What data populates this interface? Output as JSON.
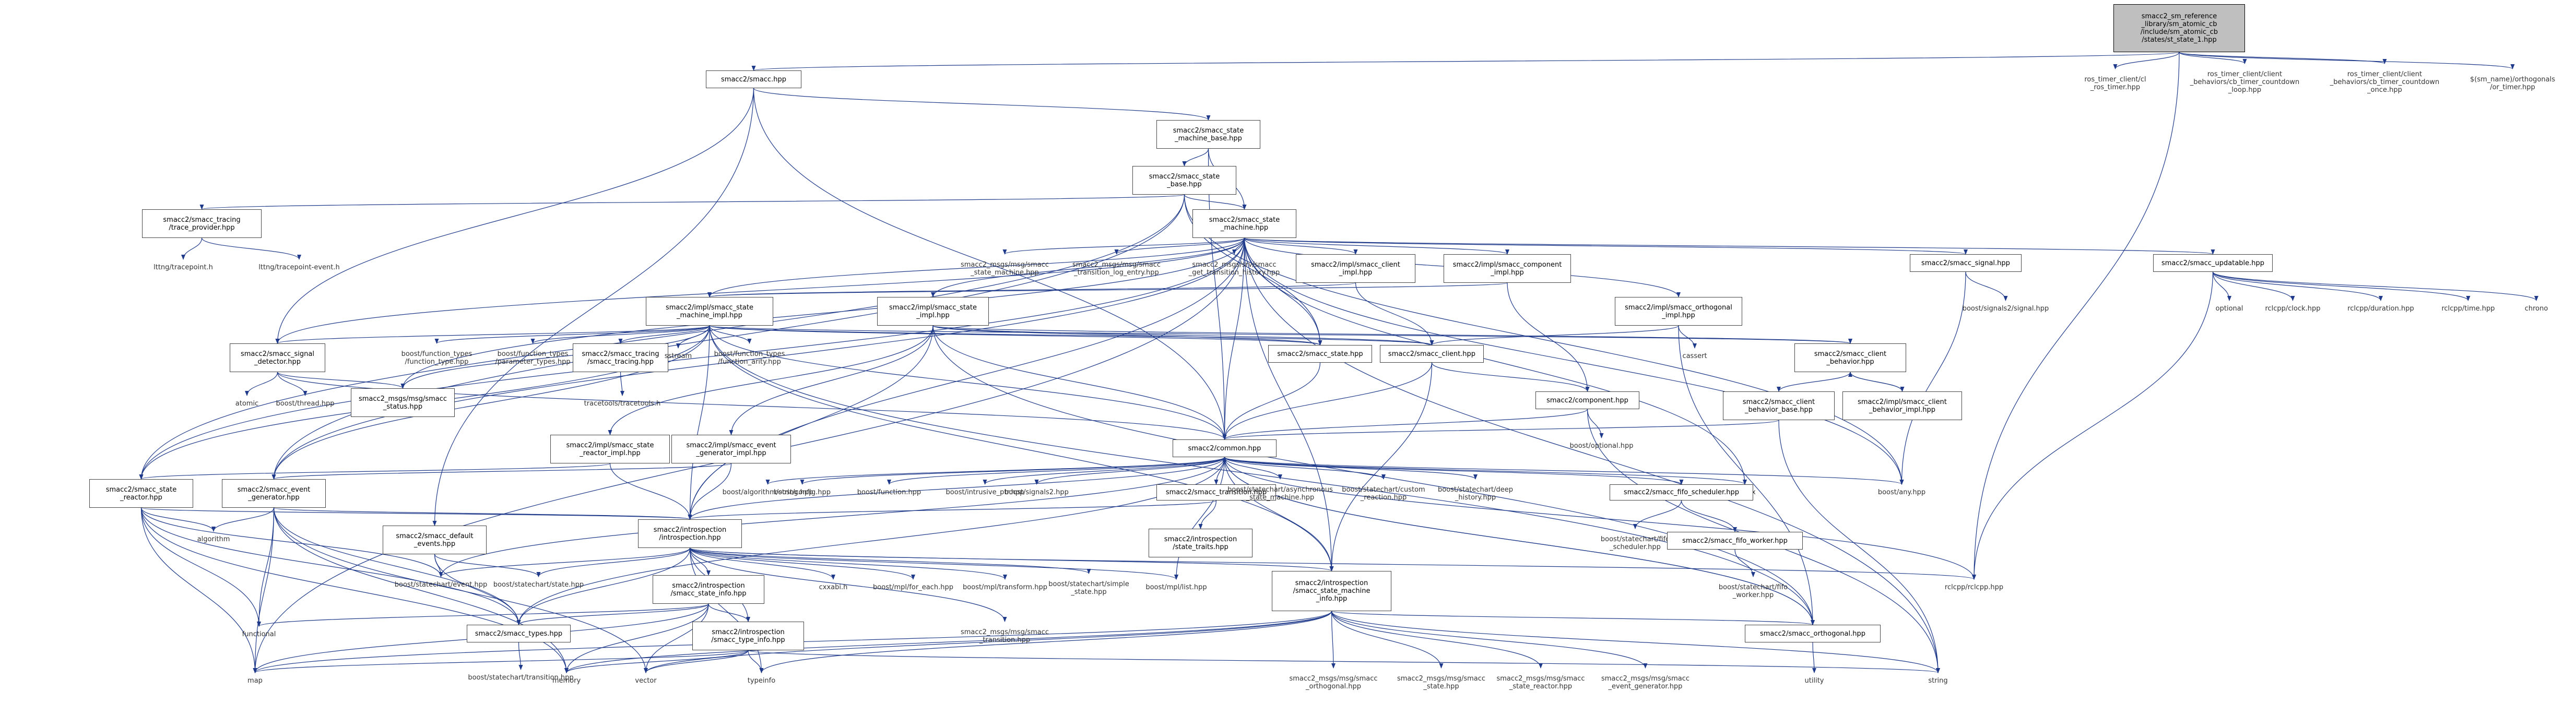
{
  "nodes": [
    {
      "id": "root",
      "label": "smacc2_sm_reference\n_library/sm_atomic_cb\n/include/sm_atomic_cb\n/states/st_state_1.hpp",
      "root": true
    },
    {
      "id": "smacc_hpp",
      "label": "smacc2/smacc.hpp"
    },
    {
      "id": "cl_ros_timer",
      "label": "ros_timer_client/cl\n_ros_timer.hpp",
      "plain": true
    },
    {
      "id": "cb_timer_loop",
      "label": "ros_timer_client/client\n_behaviors/cb_timer_countdown\n_loop.hpp",
      "plain": true
    },
    {
      "id": "cb_timer_once",
      "label": "ros_timer_client/client\n_behaviors/cb_timer_countdown\n_once.hpp",
      "plain": true
    },
    {
      "id": "or_timer",
      "label": "$(sm_name)/orthogonals\n/or_timer.hpp",
      "plain": true
    },
    {
      "id": "sm_base",
      "label": "smacc2/smacc_state\n_machine_base.hpp"
    },
    {
      "id": "state_base",
      "label": "smacc2/smacc_state\n_base.hpp"
    },
    {
      "id": "trace_provider",
      "label": "smacc2/smacc_tracing\n/trace_provider.hpp"
    },
    {
      "id": "sm_hpp",
      "label": "smacc2/smacc_state\n_machine.hpp"
    },
    {
      "id": "lttng_tp",
      "label": "lttng/tracepoint.h",
      "plain": true
    },
    {
      "id": "lttng_tpe",
      "label": "lttng/tracepoint-event.h",
      "plain": true
    },
    {
      "id": "msg_state_machine",
      "label": "smacc2_msgs/msg/smacc\n_state_machine.hpp",
      "plain": true
    },
    {
      "id": "msg_transition_log",
      "label": "smacc2_msgs/msg/smacc\n_transition_log_entry.hpp",
      "plain": true
    },
    {
      "id": "srv_get_history",
      "label": "smacc2_msgs/srv/smacc\n_get_transition_history.hpp",
      "plain": true
    },
    {
      "id": "client_impl",
      "label": "smacc2/impl/smacc_client\n_impl.hpp"
    },
    {
      "id": "component_impl",
      "label": "smacc2/impl/smacc_component\n_impl.hpp"
    },
    {
      "id": "signal_hpp",
      "label": "smacc2/smacc_signal.hpp"
    },
    {
      "id": "updatable_hpp",
      "label": "smacc2/smacc_updatable.hpp"
    },
    {
      "id": "boost_signals2_signal",
      "label": "boost/signals2/signal.hpp",
      "plain": true
    },
    {
      "id": "optional",
      "label": "optional",
      "plain": true
    },
    {
      "id": "rclcpp_clock",
      "label": "rclcpp/clock.hpp",
      "plain": true
    },
    {
      "id": "rclcpp_duration",
      "label": "rclcpp/duration.hpp",
      "plain": true
    },
    {
      "id": "rclcpp_time",
      "label": "rclcpp/time.hpp",
      "plain": true
    },
    {
      "id": "chrono",
      "label": "chrono",
      "plain": true
    },
    {
      "id": "orth_impl",
      "label": "smacc2/impl/smacc_orthogonal\n_impl.hpp"
    },
    {
      "id": "sm_impl",
      "label": "smacc2/impl/smacc_state\n_machine_impl.hpp"
    },
    {
      "id": "state_impl",
      "label": "smacc2/impl/smacc_state\n_impl.hpp"
    },
    {
      "id": "cassert",
      "label": "cassert",
      "plain": true
    },
    {
      "id": "signal_detector",
      "label": "smacc2/smacc_signal\n_detector.hpp"
    },
    {
      "id": "ft_function_type",
      "label": "boost/function_types\n/function_type.hpp",
      "plain": true
    },
    {
      "id": "ft_parameter_types",
      "label": "boost/function_types\n/parameter_types.hpp",
      "plain": true
    },
    {
      "id": "smacc_tracing",
      "label": "smacc2/smacc_tracing\n/smacc_tracing.hpp"
    },
    {
      "id": "sstream",
      "label": "sstream",
      "plain": true
    },
    {
      "id": "ft_function_arity",
      "label": "boost/function_types\n/function_arity.hpp",
      "plain": true
    },
    {
      "id": "smacc_state_hpp",
      "label": "smacc2/smacc_state.hpp"
    },
    {
      "id": "smacc_client_hpp",
      "label": "smacc2/smacc_client.hpp"
    },
    {
      "id": "client_behavior",
      "label": "smacc2/smacc_client\n_behavior.hpp"
    },
    {
      "id": "atomic",
      "label": "atomic",
      "plain": true
    },
    {
      "id": "boost_thread",
      "label": "boost/thread.hpp",
      "plain": true
    },
    {
      "id": "msg_status",
      "label": "smacc2_msgs/msg/smacc\n_status.hpp"
    },
    {
      "id": "tracetools",
      "label": "tracetools/tracetools.h",
      "plain": true
    },
    {
      "id": "component_hpp",
      "label": "smacc2/component.hpp"
    },
    {
      "id": "client_behavior_base",
      "label": "smacc2/smacc_client\n_behavior_base.hpp"
    },
    {
      "id": "client_behavior_impl",
      "label": "smacc2/impl/smacc_client\n_behavior_impl.hpp"
    },
    {
      "id": "boost_optional",
      "label": "boost/optional.hpp",
      "plain": true
    },
    {
      "id": "state_reactor_impl",
      "label": "smacc2/impl/smacc_state\n_reactor_impl.hpp"
    },
    {
      "id": "event_gen_impl",
      "label": "smacc2/impl/smacc_event\n_generator_impl.hpp"
    },
    {
      "id": "common_hpp",
      "label": "smacc2/common.hpp"
    },
    {
      "id": "state_reactor",
      "label": "smacc2/smacc_state\n_reactor.hpp"
    },
    {
      "id": "event_generator",
      "label": "smacc2/smacc_event\n_generator.hpp"
    },
    {
      "id": "algo_string",
      "label": "boost/algorithm/string.hpp",
      "plain": true
    },
    {
      "id": "boost_config",
      "label": "boost/config.hpp",
      "plain": true
    },
    {
      "id": "boost_function",
      "label": "boost/function.hpp",
      "plain": true
    },
    {
      "id": "intrusive_ptr",
      "label": "boost/intrusive_ptr.hpp",
      "plain": true
    },
    {
      "id": "boost_signals2",
      "label": "boost/signals2.hpp",
      "plain": true
    },
    {
      "id": "transition_hpp",
      "label": "smacc2/smacc_transition.hpp"
    },
    {
      "id": "async_sm",
      "label": "boost/statechart/asynchronous\n_state_machine.hpp",
      "plain": true
    },
    {
      "id": "custom_reaction",
      "label": "boost/statechart/custom\n_reaction.hpp",
      "plain": true
    },
    {
      "id": "deep_history",
      "label": "boost/statechart/deep\n_history.hpp",
      "plain": true
    },
    {
      "id": "mutex",
      "label": "mutex",
      "plain": true
    },
    {
      "id": "fifo_scheduler",
      "label": "smacc2/smacc_fifo_scheduler.hpp"
    },
    {
      "id": "boost_any",
      "label": "boost/any.hpp",
      "plain": true
    },
    {
      "id": "default_events",
      "label": "smacc2/smacc_default\n_events.hpp"
    },
    {
      "id": "algorithm",
      "label": "algorithm",
      "plain": true
    },
    {
      "id": "introspection",
      "label": "smacc2/introspection\n/introspection.hpp"
    },
    {
      "id": "state_traits",
      "label": "smacc2/introspection\n/state_traits.hpp"
    },
    {
      "id": "sc_fifo_scheduler",
      "label": "boost/statechart/fifo\n_scheduler.hpp",
      "plain": true
    },
    {
      "id": "fifo_worker",
      "label": "smacc2/smacc_fifo_worker.hpp"
    },
    {
      "id": "sc_fifo_worker",
      "label": "boost/statechart/fifo\n_worker.hpp",
      "plain": true
    },
    {
      "id": "sc_event",
      "label": "boost/statechart/event.hpp",
      "plain": true
    },
    {
      "id": "sc_state",
      "label": "boost/statechart/state.hpp",
      "plain": true
    },
    {
      "id": "smacc_state_info",
      "label": "smacc2/introspection\n/smacc_state_info.hpp"
    },
    {
      "id": "cxxabi",
      "label": "cxxabi.h",
      "plain": true
    },
    {
      "id": "mpl_for_each",
      "label": "boost/mpl/for_each.hpp",
      "plain": true
    },
    {
      "id": "mpl_transform",
      "label": "boost/mpl/transform.hpp",
      "plain": true
    },
    {
      "id": "sc_simple_state",
      "label": "boost/statechart/simple\n_state.hpp",
      "plain": true
    },
    {
      "id": "mpl_list",
      "label": "boost/mpl/list.hpp",
      "plain": true
    },
    {
      "id": "sm_info",
      "label": "smacc2/introspection\n/smacc_state_machine\n_info.hpp"
    },
    {
      "id": "rclcpp",
      "label": "rclcpp/rclcpp.hpp",
      "plain": true
    },
    {
      "id": "functional",
      "label": "functional",
      "plain": true
    },
    {
      "id": "smacc_types",
      "label": "smacc2/smacc_types.hpp"
    },
    {
      "id": "type_info",
      "label": "smacc2/introspection\n/smacc_type_info.hpp"
    },
    {
      "id": "msg_transition",
      "label": "smacc2_msgs/msg/smacc\n_transition.hpp",
      "plain": true
    },
    {
      "id": "msg_orthogonal",
      "label": "smacc2_msgs/msg/smacc\n_orthogonal.hpp",
      "plain": true
    },
    {
      "id": "msg_state",
      "label": "smacc2_msgs/msg/smacc\n_state.hpp",
      "plain": true
    },
    {
      "id": "msg_state_reactor",
      "label": "smacc2_msgs/msg/smacc\n_state_reactor.hpp",
      "plain": true
    },
    {
      "id": "msg_event_generator",
      "label": "smacc2_msgs/msg/smacc\n_event_generator.hpp",
      "plain": true
    },
    {
      "id": "orthogonal_hpp",
      "label": "smacc2/smacc_orthogonal.hpp"
    },
    {
      "id": "sc_transition",
      "label": "boost/statechart/transition.hpp",
      "plain": true
    },
    {
      "id": "map",
      "label": "map",
      "plain": true
    },
    {
      "id": "memory",
      "label": "memory",
      "plain": true
    },
    {
      "id": "vector",
      "label": "vector",
      "plain": true
    },
    {
      "id": "typeinfo",
      "label": "typeinfo",
      "plain": true
    },
    {
      "id": "string",
      "label": "string",
      "plain": true
    },
    {
      "id": "utility",
      "label": "utility",
      "plain": true
    }
  ],
  "edges": [
    [
      "root",
      "smacc_hpp"
    ],
    [
      "root",
      "cl_ros_timer"
    ],
    [
      "root",
      "cb_timer_loop"
    ],
    [
      "root",
      "cb_timer_once"
    ],
    [
      "root",
      "or_timer"
    ],
    [
      "root",
      "rclcpp"
    ],
    [
      "smacc_hpp",
      "sm_base"
    ],
    [
      "smacc_hpp",
      "common_hpp"
    ],
    [
      "smacc_hpp",
      "signal_detector"
    ],
    [
      "smacc_hpp",
      "default_events"
    ],
    [
      "sm_base",
      "state_base"
    ],
    [
      "sm_base",
      "sm_hpp"
    ],
    [
      "sm_base",
      "common_hpp"
    ],
    [
      "state_base",
      "sm_hpp"
    ],
    [
      "state_base",
      "trace_provider"
    ],
    [
      "state_base",
      "state_reactor"
    ],
    [
      "state_base",
      "event_generator"
    ],
    [
      "state_base",
      "smacc_state_hpp"
    ],
    [
      "state_base",
      "boost_any"
    ],
    [
      "trace_provider",
      "lttng_tp"
    ],
    [
      "trace_provider",
      "lttng_tpe"
    ],
    [
      "sm_hpp",
      "msg_state_machine"
    ],
    [
      "sm_hpp",
      "msg_transition_log"
    ],
    [
      "sm_hpp",
      "srv_get_history"
    ],
    [
      "sm_hpp",
      "client_impl"
    ],
    [
      "sm_hpp",
      "component_impl"
    ],
    [
      "sm_hpp",
      "signal_hpp"
    ],
    [
      "sm_hpp",
      "updatable_hpp"
    ],
    [
      "sm_hpp",
      "orth_impl"
    ],
    [
      "sm_hpp",
      "sm_impl"
    ],
    [
      "sm_hpp",
      "state_impl"
    ],
    [
      "sm_hpp",
      "smacc_state_hpp"
    ],
    [
      "sm_hpp",
      "common_hpp"
    ],
    [
      "sm_hpp",
      "msg_status"
    ],
    [
      "sm_hpp",
      "signal_detector"
    ],
    [
      "sm_hpp",
      "mutex"
    ],
    [
      "sm_hpp",
      "map"
    ],
    [
      "sm_hpp",
      "boost_any"
    ],
    [
      "sm_hpp",
      "state_reactor"
    ],
    [
      "sm_hpp",
      "sm_info"
    ],
    [
      "sm_hpp",
      "string"
    ],
    [
      "sm_hpp",
      "event_generator"
    ],
    [
      "sm_hpp",
      "introspection"
    ],
    [
      "client_impl",
      "sm_impl"
    ],
    [
      "client_impl",
      "smacc_client_hpp"
    ],
    [
      "component_impl",
      "component_hpp"
    ],
    [
      "component_impl",
      "sm_impl"
    ],
    [
      "signal_hpp",
      "boost_signals2_signal"
    ],
    [
      "signal_hpp",
      "boost_any"
    ],
    [
      "updatable_hpp",
      "optional"
    ],
    [
      "updatable_hpp",
      "rclcpp_clock"
    ],
    [
      "updatable_hpp",
      "rclcpp_duration"
    ],
    [
      "updatable_hpp",
      "rclcpp_time"
    ],
    [
      "updatable_hpp",
      "chrono"
    ],
    [
      "updatable_hpp",
      "rclcpp"
    ],
    [
      "orth_impl",
      "smacc_client_hpp"
    ],
    [
      "orth_impl",
      "cassert"
    ],
    [
      "orth_impl",
      "orthogonal_hpp"
    ],
    [
      "sm_impl",
      "signal_detector"
    ],
    [
      "sm_impl",
      "ft_function_type"
    ],
    [
      "sm_impl",
      "ft_parameter_types"
    ],
    [
      "sm_impl",
      "smacc_tracing"
    ],
    [
      "sm_impl",
      "sstream"
    ],
    [
      "sm_impl",
      "ft_function_arity"
    ],
    [
      "sm_impl",
      "smacc_state_hpp"
    ],
    [
      "sm_impl",
      "smacc_client_hpp"
    ],
    [
      "sm_impl",
      "client_behavior"
    ],
    [
      "sm_impl",
      "msg_status"
    ],
    [
      "sm_impl",
      "state_reactor"
    ],
    [
      "sm_impl",
      "event_generator"
    ],
    [
      "sm_impl",
      "introspection"
    ],
    [
      "sm_impl",
      "orthogonal_hpp"
    ],
    [
      "sm_impl",
      "sm_info"
    ],
    [
      "sm_impl",
      "common_hpp"
    ],
    [
      "state_impl",
      "smacc_state_hpp"
    ],
    [
      "state_impl",
      "smacc_client_hpp"
    ],
    [
      "state_impl",
      "client_behavior"
    ],
    [
      "state_impl",
      "state_reactor_impl"
    ],
    [
      "state_impl",
      "event_gen_impl"
    ],
    [
      "state_impl",
      "introspection"
    ],
    [
      "state_impl",
      "orthogonal_hpp"
    ],
    [
      "state_impl",
      "common_hpp"
    ],
    [
      "signal_detector",
      "atomic"
    ],
    [
      "signal_detector",
      "boost_thread"
    ],
    [
      "signal_detector",
      "msg_status"
    ],
    [
      "signal_detector",
      "common_hpp"
    ],
    [
      "smacc_tracing",
      "tracetools"
    ],
    [
      "smacc_state_hpp",
      "common_hpp"
    ],
    [
      "smacc_client_hpp",
      "component_hpp"
    ],
    [
      "smacc_client_hpp",
      "common_hpp"
    ],
    [
      "smacc_client_hpp",
      "sm_info"
    ],
    [
      "client_behavior",
      "client_behavior_base"
    ],
    [
      "client_behavior",
      "client_behavior_impl"
    ],
    [
      "client_behavior_impl",
      "client_behavior"
    ],
    [
      "client_behavior_base",
      "common_hpp"
    ],
    [
      "client_behavior_base",
      "string"
    ],
    [
      "component_hpp",
      "boost_optional"
    ],
    [
      "component_hpp",
      "common_hpp"
    ],
    [
      "component_hpp",
      "string"
    ],
    [
      "state_reactor_impl",
      "state_reactor"
    ],
    [
      "state_reactor_impl",
      "introspection"
    ],
    [
      "event_gen_impl",
      "event_generator"
    ],
    [
      "event_gen_impl",
      "introspection"
    ],
    [
      "common_hpp",
      "algo_string"
    ],
    [
      "common_hpp",
      "boost_config"
    ],
    [
      "common_hpp",
      "boost_function"
    ],
    [
      "common_hpp",
      "intrusive_ptr"
    ],
    [
      "common_hpp",
      "boost_signals2"
    ],
    [
      "common_hpp",
      "transition_hpp"
    ],
    [
      "common_hpp",
      "async_sm"
    ],
    [
      "common_hpp",
      "custom_reaction"
    ],
    [
      "common_hpp",
      "deep_history"
    ],
    [
      "common_hpp",
      "mutex"
    ],
    [
      "common_hpp",
      "fifo_scheduler"
    ],
    [
      "common_hpp",
      "boost_any"
    ],
    [
      "common_hpp",
      "rclcpp"
    ],
    [
      "common_hpp",
      "introspection"
    ],
    [
      "common_hpp",
      "sm_info"
    ],
    [
      "common_hpp",
      "smacc_types"
    ],
    [
      "common_hpp",
      "sc_event"
    ],
    [
      "common_hpp",
      "orthogonal_hpp"
    ],
    [
      "common_hpp",
      "mpl_list"
    ],
    [
      "transition_hpp",
      "introspection"
    ],
    [
      "transition_hpp",
      "state_traits"
    ],
    [
      "fifo_scheduler",
      "sc_fifo_scheduler"
    ],
    [
      "fifo_scheduler",
      "fifo_worker"
    ],
    [
      "fifo_worker",
      "sc_fifo_worker"
    ],
    [
      "state_reactor",
      "algorithm"
    ],
    [
      "state_reactor",
      "functional"
    ],
    [
      "state_reactor",
      "map"
    ],
    [
      "state_reactor",
      "memory"
    ],
    [
      "state_reactor",
      "introspection"
    ],
    [
      "state_reactor",
      "sc_event"
    ],
    [
      "state_reactor",
      "smacc_types"
    ],
    [
      "event_generator",
      "algorithm"
    ],
    [
      "event_generator",
      "functional"
    ],
    [
      "event_generator",
      "map"
    ],
    [
      "event_generator",
      "memory"
    ],
    [
      "event_generator",
      "vector"
    ],
    [
      "event_generator",
      "introspection"
    ],
    [
      "event_generator",
      "smacc_types"
    ],
    [
      "default_events",
      "sc_event"
    ],
    [
      "default_events",
      "sc_state"
    ],
    [
      "default_events",
      "smacc_types"
    ],
    [
      "introspection",
      "sc_event"
    ],
    [
      "introspection",
      "sc_state"
    ],
    [
      "introspection",
      "smacc_state_info"
    ],
    [
      "introspection",
      "cxxabi"
    ],
    [
      "introspection",
      "mpl_for_each"
    ],
    [
      "introspection",
      "mpl_transform"
    ],
    [
      "introspection",
      "sc_simple_state"
    ],
    [
      "introspection",
      "mpl_list"
    ],
    [
      "introspection",
      "sm_info"
    ],
    [
      "introspection",
      "rclcpp"
    ],
    [
      "introspection",
      "smacc_types"
    ],
    [
      "introspection",
      "type_info"
    ],
    [
      "introspection",
      "msg_transition"
    ],
    [
      "introspection",
      "typeinfo"
    ],
    [
      "smacc_state_info",
      "functional"
    ],
    [
      "smacc_state_info",
      "memory"
    ],
    [
      "smacc_state_info",
      "vector"
    ],
    [
      "smacc_state_info",
      "type_info"
    ],
    [
      "smacc_state_info",
      "smacc_types"
    ],
    [
      "smacc_state_info",
      "map"
    ],
    [
      "sm_info",
      "msg_orthogonal"
    ],
    [
      "sm_info",
      "msg_state"
    ],
    [
      "sm_info",
      "msg_state_reactor"
    ],
    [
      "sm_info",
      "msg_event_generator"
    ],
    [
      "sm_info",
      "orthogonal_hpp"
    ],
    [
      "sm_info",
      "map"
    ],
    [
      "sm_info",
      "memory"
    ],
    [
      "sm_info",
      "vector"
    ],
    [
      "sm_info",
      "typeinfo"
    ],
    [
      "sm_info",
      "string"
    ],
    [
      "smacc_types",
      "sc_transition"
    ],
    [
      "type_info",
      "memory"
    ],
    [
      "type_info",
      "vector"
    ],
    [
      "type_info",
      "typeinfo"
    ],
    [
      "type_info",
      "string"
    ],
    [
      "type_info",
      "map"
    ],
    [
      "orthogonal_hpp",
      "utility"
    ],
    [
      "orthogonal_hpp",
      "common_hpp"
    ]
  ]
}
